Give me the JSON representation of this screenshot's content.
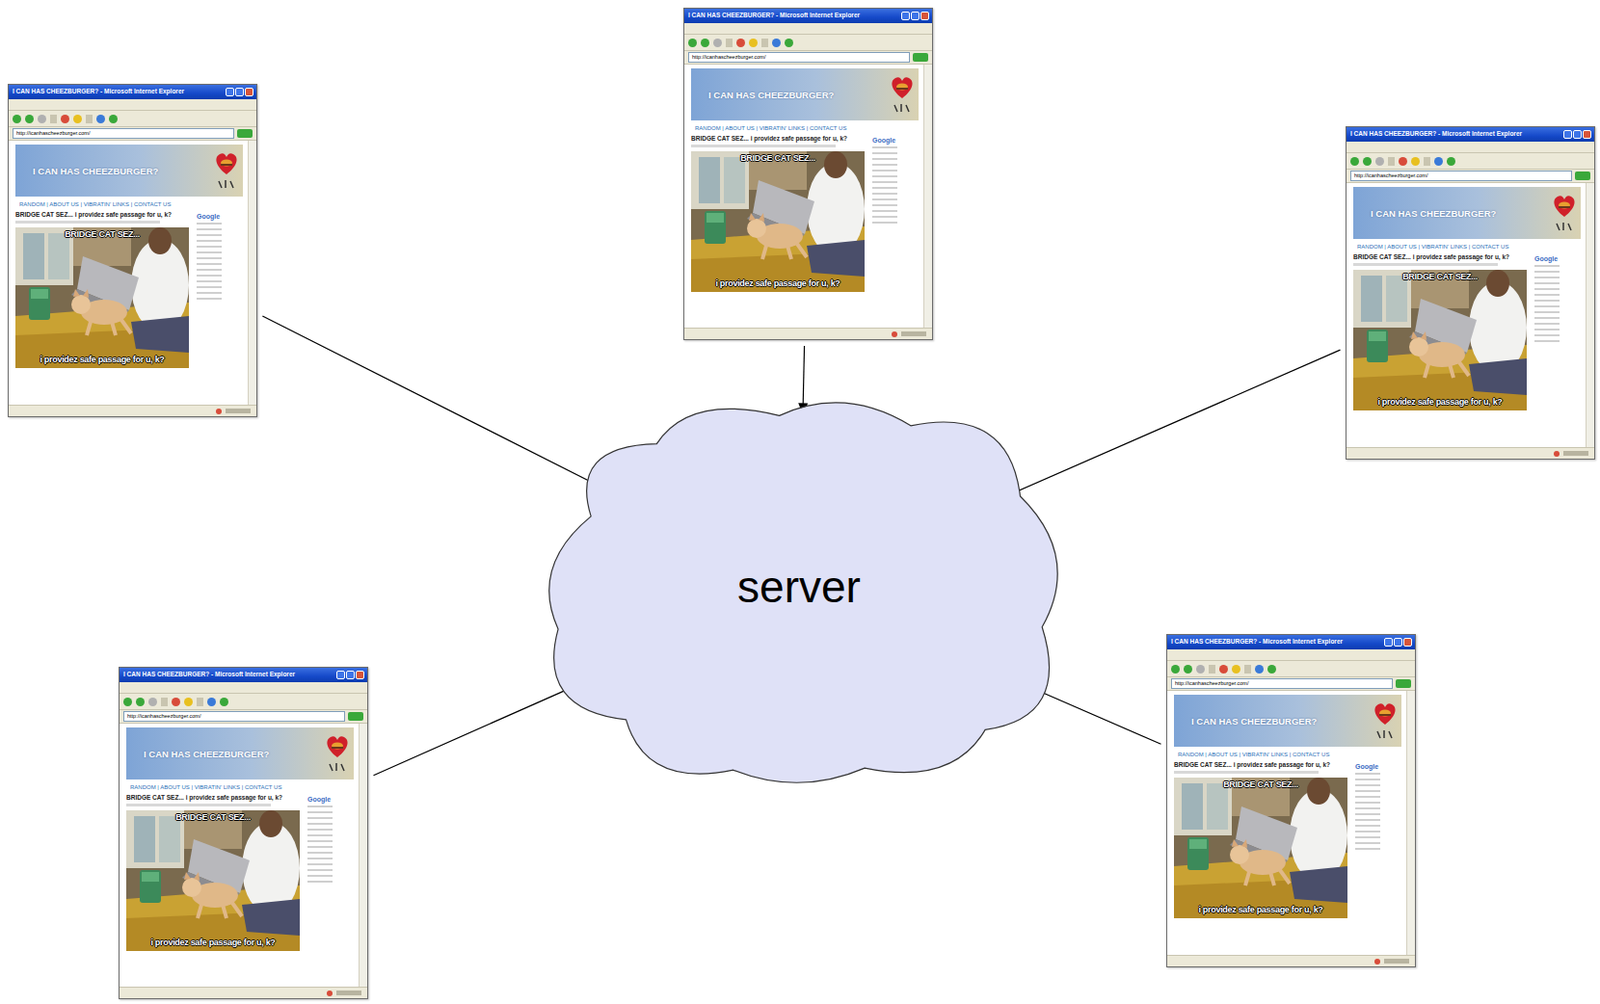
{
  "diagram": {
    "nodes": [
      {
        "text": [
          "I CAN HAS CHEEZBURGER? - Microsoft Internet Explorer",
          "http://icanhascheezburger.com/",
          "I CAN HAS CHEEZBURGER?",
          "RANDOM | ABOUT US | VIBRATIN' LINKS | CONTACT US",
          "BRIDGE CAT SEZ... i providez safe passage for u, k?",
          "BRIDGE CAT SEZ...",
          "i providez safe passage for u, k?",
          "Google"
        ]
      },
      {
        "text": [
          "I CAN HAS CHEEZBURGER? - Microsoft Internet Explorer",
          "http://icanhascheezburger.com/",
          "I CAN HAS CHEEZBURGER?",
          "RANDOM | ABOUT US | VIBRATIN' LINKS | CONTACT US",
          "BRIDGE CAT SEZ... i providez safe passage for u, k?",
          "BRIDGE CAT SEZ...",
          "i providez safe passage for u, k?",
          "Google"
        ]
      },
      {
        "text": [
          "I CAN HAS CHEEZBURGER? - Microsoft Internet Explorer",
          "http://icanhascheezburger.com/",
          "I CAN HAS CHEEZBURGER?",
          "RANDOM | ABOUT US | VIBRATIN' LINKS | CONTACT US",
          "BRIDGE CAT SEZ... i providez safe passage for u, k?",
          "BRIDGE CAT SEZ...",
          "i providez safe passage for u, k?",
          "Google"
        ]
      },
      {
        "text": [
          "server"
        ]
      },
      {
        "text": [
          "I CAN HAS CHEEZBURGER? - Microsoft Internet Explorer",
          "http://icanhascheezburger.com/",
          "I CAN HAS CHEEZBURGER?",
          "RANDOM | ABOUT US | VIBRATIN' LINKS | CONTACT US",
          "BRIDGE CAT SEZ... i providez safe passage for u, k?",
          "BRIDGE CAT SEZ...",
          "i providez safe passage for u, k?",
          "Google"
        ]
      },
      {
        "text": [
          "I CAN HAS CHEEZBURGER? - Microsoft Internet Explorer",
          "http://icanhascheezburger.com/",
          "I CAN HAS CHEEZBURGER?",
          "RANDOM | ABOUT US | VIBRATIN' LINKS | CONTACT US",
          "BRIDGE CAT SEZ... i providez safe passage for u, k?",
          "BRIDGE CAT SEZ...",
          "i providez safe passage for u, k?",
          "Google"
        ]
      }
    ],
    "edges": [
      {
        "from": 0,
        "to": 3,
        "arrow": "to"
      },
      {
        "from": 1,
        "to": 3,
        "arrow": "to"
      },
      {
        "from": 2,
        "to": 3,
        "arrow": "to"
      },
      {
        "from": 4,
        "to": 3,
        "arrow": "to"
      },
      {
        "from": 5,
        "to": 3,
        "arrow": "to"
      }
    ]
  }
}
